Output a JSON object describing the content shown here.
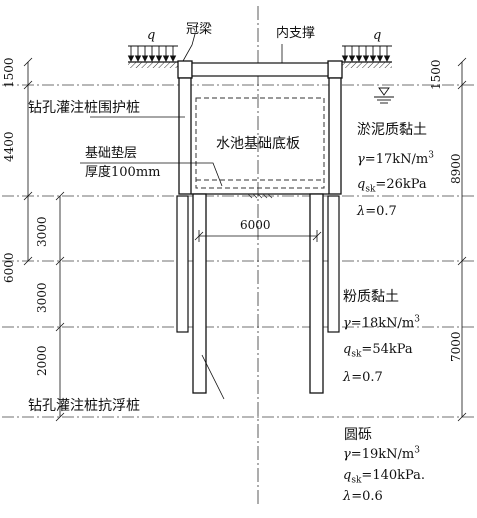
{
  "labels": {
    "q_left": "q",
    "q_right": "q",
    "crown_beam": "冠梁",
    "inner_support": "内支撑",
    "retaining_pile": "钻孔灌注桩围护桩",
    "cushion": "基础垫层",
    "cushion_thickness": "厚度100mm",
    "pool_slab": "水池基础底板",
    "uplift_pile": "钻孔灌注桩抗浮桩",
    "width": "6000"
  },
  "dimensions_left": {
    "d1500": "1500",
    "d4400": "4400",
    "d6000": "6000",
    "d3000a": "3000",
    "d3000b": "3000",
    "d2000": "2000"
  },
  "dimensions_right": {
    "d1500": "1500",
    "d8900": "8900",
    "d7000": "7000"
  },
  "soil_layers": [
    {
      "name": "淤泥质黏土",
      "gamma": "17kN/m",
      "q_sk": "26kPa",
      "lambda": "0.7"
    },
    {
      "name": "粉质黏土",
      "gamma": "18kN/m",
      "q_sk": "54kPa",
      "lambda": "0.7"
    },
    {
      "name": "圆砾",
      "gamma": "19kN/m",
      "q_sk": "140kPa",
      "lambda": "0.6"
    }
  ],
  "symbols": {
    "gamma": "γ",
    "q": "q",
    "sk": "sk",
    "lambda": "λ",
    "eq": "=",
    "cube": "3",
    "dot": "."
  }
}
